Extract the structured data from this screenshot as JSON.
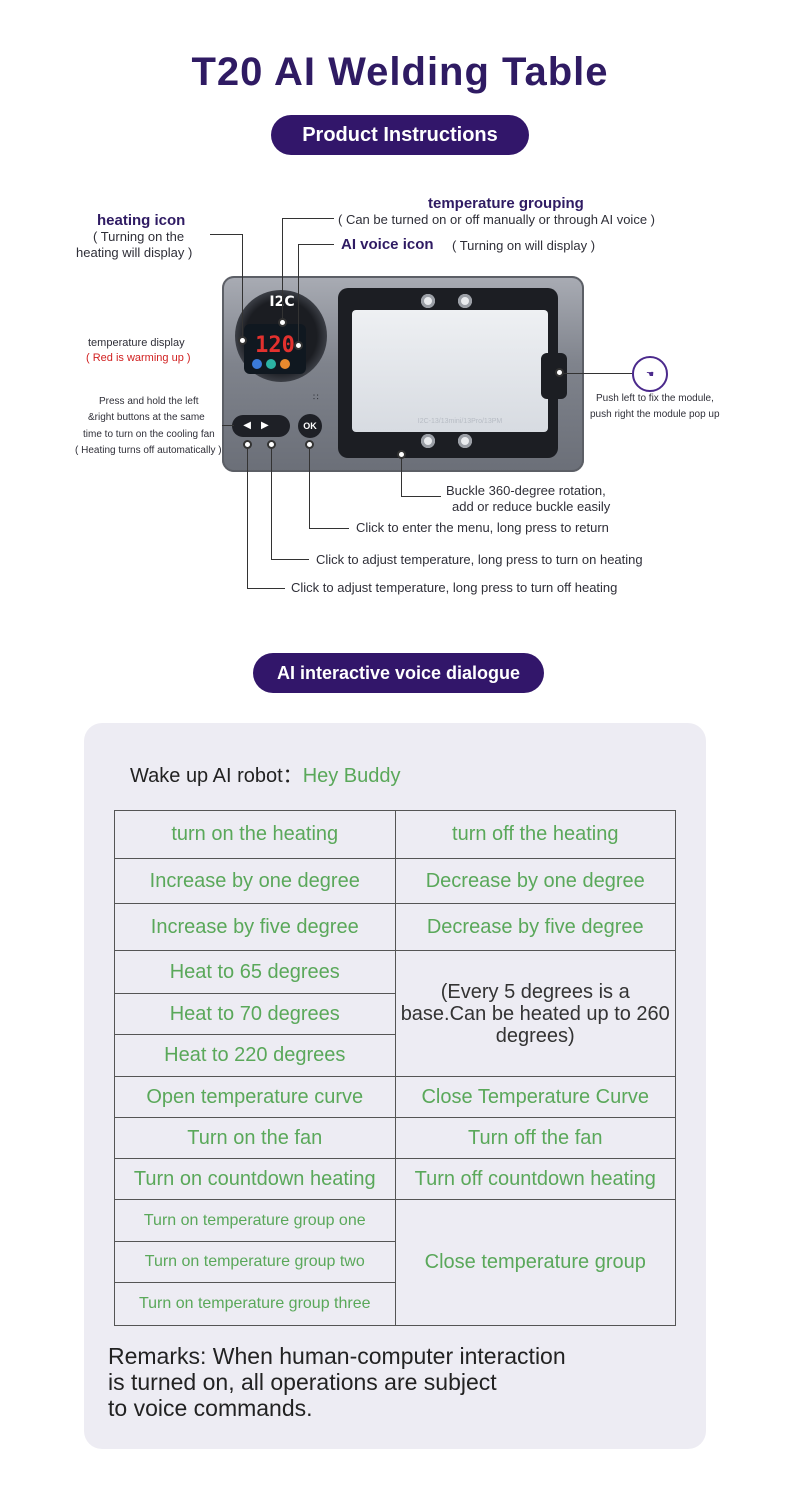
{
  "title": "T20 AI Welding Table",
  "section1": "Product Instructions",
  "section2": "AI interactive voice dialogue",
  "device": {
    "logo": "I2C",
    "temp": "120",
    "tray_text": "I2C-13/13mini/13Pro/13PM",
    "ok": "OK"
  },
  "annotations": {
    "heating_title": "heating icon",
    "heating_desc1": "( Turning on the",
    "heating_desc2": "heating will display )",
    "grouping_title": "temperature grouping",
    "grouping_desc": "( Can be turned on or off manually or through AI voice )",
    "voice_title": "AI voice icon",
    "voice_desc": "( Turning on will display )",
    "temp_display_title": "temperature display",
    "temp_display_desc": "( Red is warming up )",
    "fan_1": "Press and hold the left",
    "fan_2": "&right buttons at the same",
    "fan_3": "time to turn on the cooling fan",
    "fan_4": "( Heating turns off automatically )",
    "push_1": "Push left to fix the module,",
    "push_2": "push right the module pop up",
    "buckle_1": "Buckle 360-degree rotation,",
    "buckle_2": "add or reduce buckle easily",
    "menu": "Click to enter the menu, long press to return",
    "right_btn": "Click to adjust temperature, long press to turn on heating",
    "left_btn": "Click to adjust temperature, long press to turn off heating"
  },
  "wake": {
    "label": "Wake up AI robot：",
    "phrase": "Hey Buddy"
  },
  "commands": {
    "r1a": "turn on the heating",
    "r1b": "turn off the heating",
    "r2a": "Increase by one degree",
    "r2b": "Decrease by one degree",
    "r3a": "Increase by five degree",
    "r3b": "Decrease by five degree",
    "r4a": "Heat to 65 degrees",
    "r5a": "Heat to 70 degrees",
    "r6a": "Heat to 220 degrees",
    "note": "(Every 5 degrees is a base.Can be heated up to 260 degrees)",
    "r7a": "Open temperature curve",
    "r7b": "Close Temperature Curve",
    "r8a": "Turn on the fan",
    "r8b": "Turn off the fan",
    "r9a": "Turn on countdown heating",
    "r9b": "Turn off countdown heating",
    "r10a": "Turn on temperature group one",
    "r11a": "Turn on temperature group two",
    "r12a": "Turn on temperature group three",
    "group_close": "Close temperature group"
  },
  "remarks": "Remarks: When human-computer interaction\nis turned on, all operations are subject\nto voice commands."
}
